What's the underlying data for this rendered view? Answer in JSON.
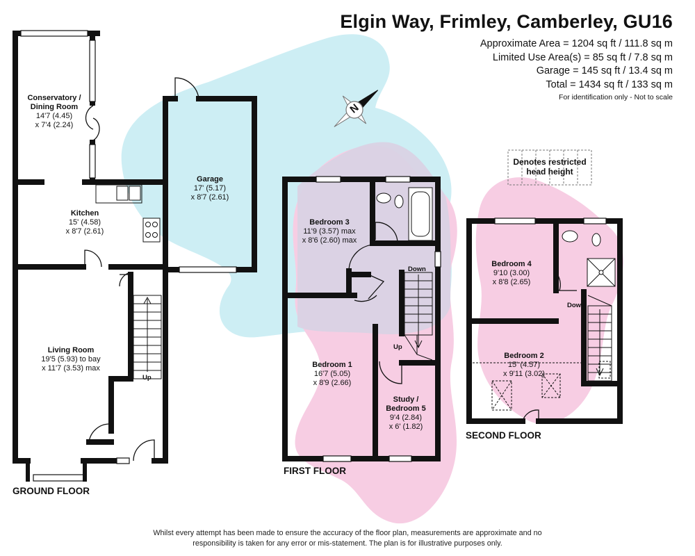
{
  "header": {
    "title": "Elgin Way, Frimley, Camberley, GU16",
    "areas": [
      "Approximate Area = 1204 sq ft / 111.8 sq m",
      "Limited Use Area(s) = 85 sq ft / 7.8 sq m",
      "Garage = 145 sq ft / 13.4 sq m",
      "Total = 1434 sq ft / 133 sq m"
    ],
    "note": "For identification only - Not to scale"
  },
  "compass": {
    "letter": "N"
  },
  "legend": {
    "text": "Denotes restricted head height"
  },
  "colors": {
    "wall": "#111111",
    "cyan_blob": "#cdeef4",
    "pink_blob": "#f7cde3",
    "overlap": "#d9d2e4"
  },
  "ground_floor": {
    "label": "GROUND FLOOR",
    "rooms": {
      "conservatory": {
        "name_line1": "Conservatory /",
        "name_line2": "Dining Room",
        "dim1": "14'7 (4.45)",
        "dim2": "x 7'4 (2.24)"
      },
      "garage": {
        "name": "Garage",
        "dim1": "17' (5.17)",
        "dim2": "x 8'7 (2.61)"
      },
      "kitchen": {
        "name": "Kitchen",
        "dim1": "15' (4.58)",
        "dim2": "x 8'7 (2.61)"
      },
      "living": {
        "name": "Living Room",
        "dim1": "19'5 (5.93) to bay",
        "dim2": "x 11'7 (3.53) max"
      }
    },
    "stair_label": "Up"
  },
  "first_floor": {
    "label": "FIRST FLOOR",
    "rooms": {
      "bedroom3": {
        "name": "Bedroom 3",
        "dim1": "11'9 (3.57) max",
        "dim2": "x 8'6 (2.60) max"
      },
      "bedroom1": {
        "name": "Bedroom 1",
        "dim1": "16'7 (5.05)",
        "dim2": "x 8'9 (2.66)"
      },
      "study": {
        "name_line1": "Study /",
        "name_line2": "Bedroom 5",
        "dim1": "9'4 (2.84)",
        "dim2": "x 6' (1.82)"
      }
    },
    "stair_down": "Down",
    "stair_up": "Up"
  },
  "second_floor": {
    "label": "SECOND FLOOR",
    "rooms": {
      "bedroom4": {
        "name": "Bedroom 4",
        "dim1": "9'10 (3.00)",
        "dim2": "x 8'8 (2.65)"
      },
      "bedroom2": {
        "name": "Bedroom 2",
        "dim1": "15' (4.57)",
        "dim2": "x 9'11 (3.02)"
      }
    },
    "stair_down": "Down"
  },
  "disclaimer": {
    "line1": "Whilst every attempt has been made to ensure the accuracy of the floor plan, measurements are approximate and no",
    "line2": "responsibility is taken for any error or mis-statement. The plan is for illustrative purposes only."
  }
}
